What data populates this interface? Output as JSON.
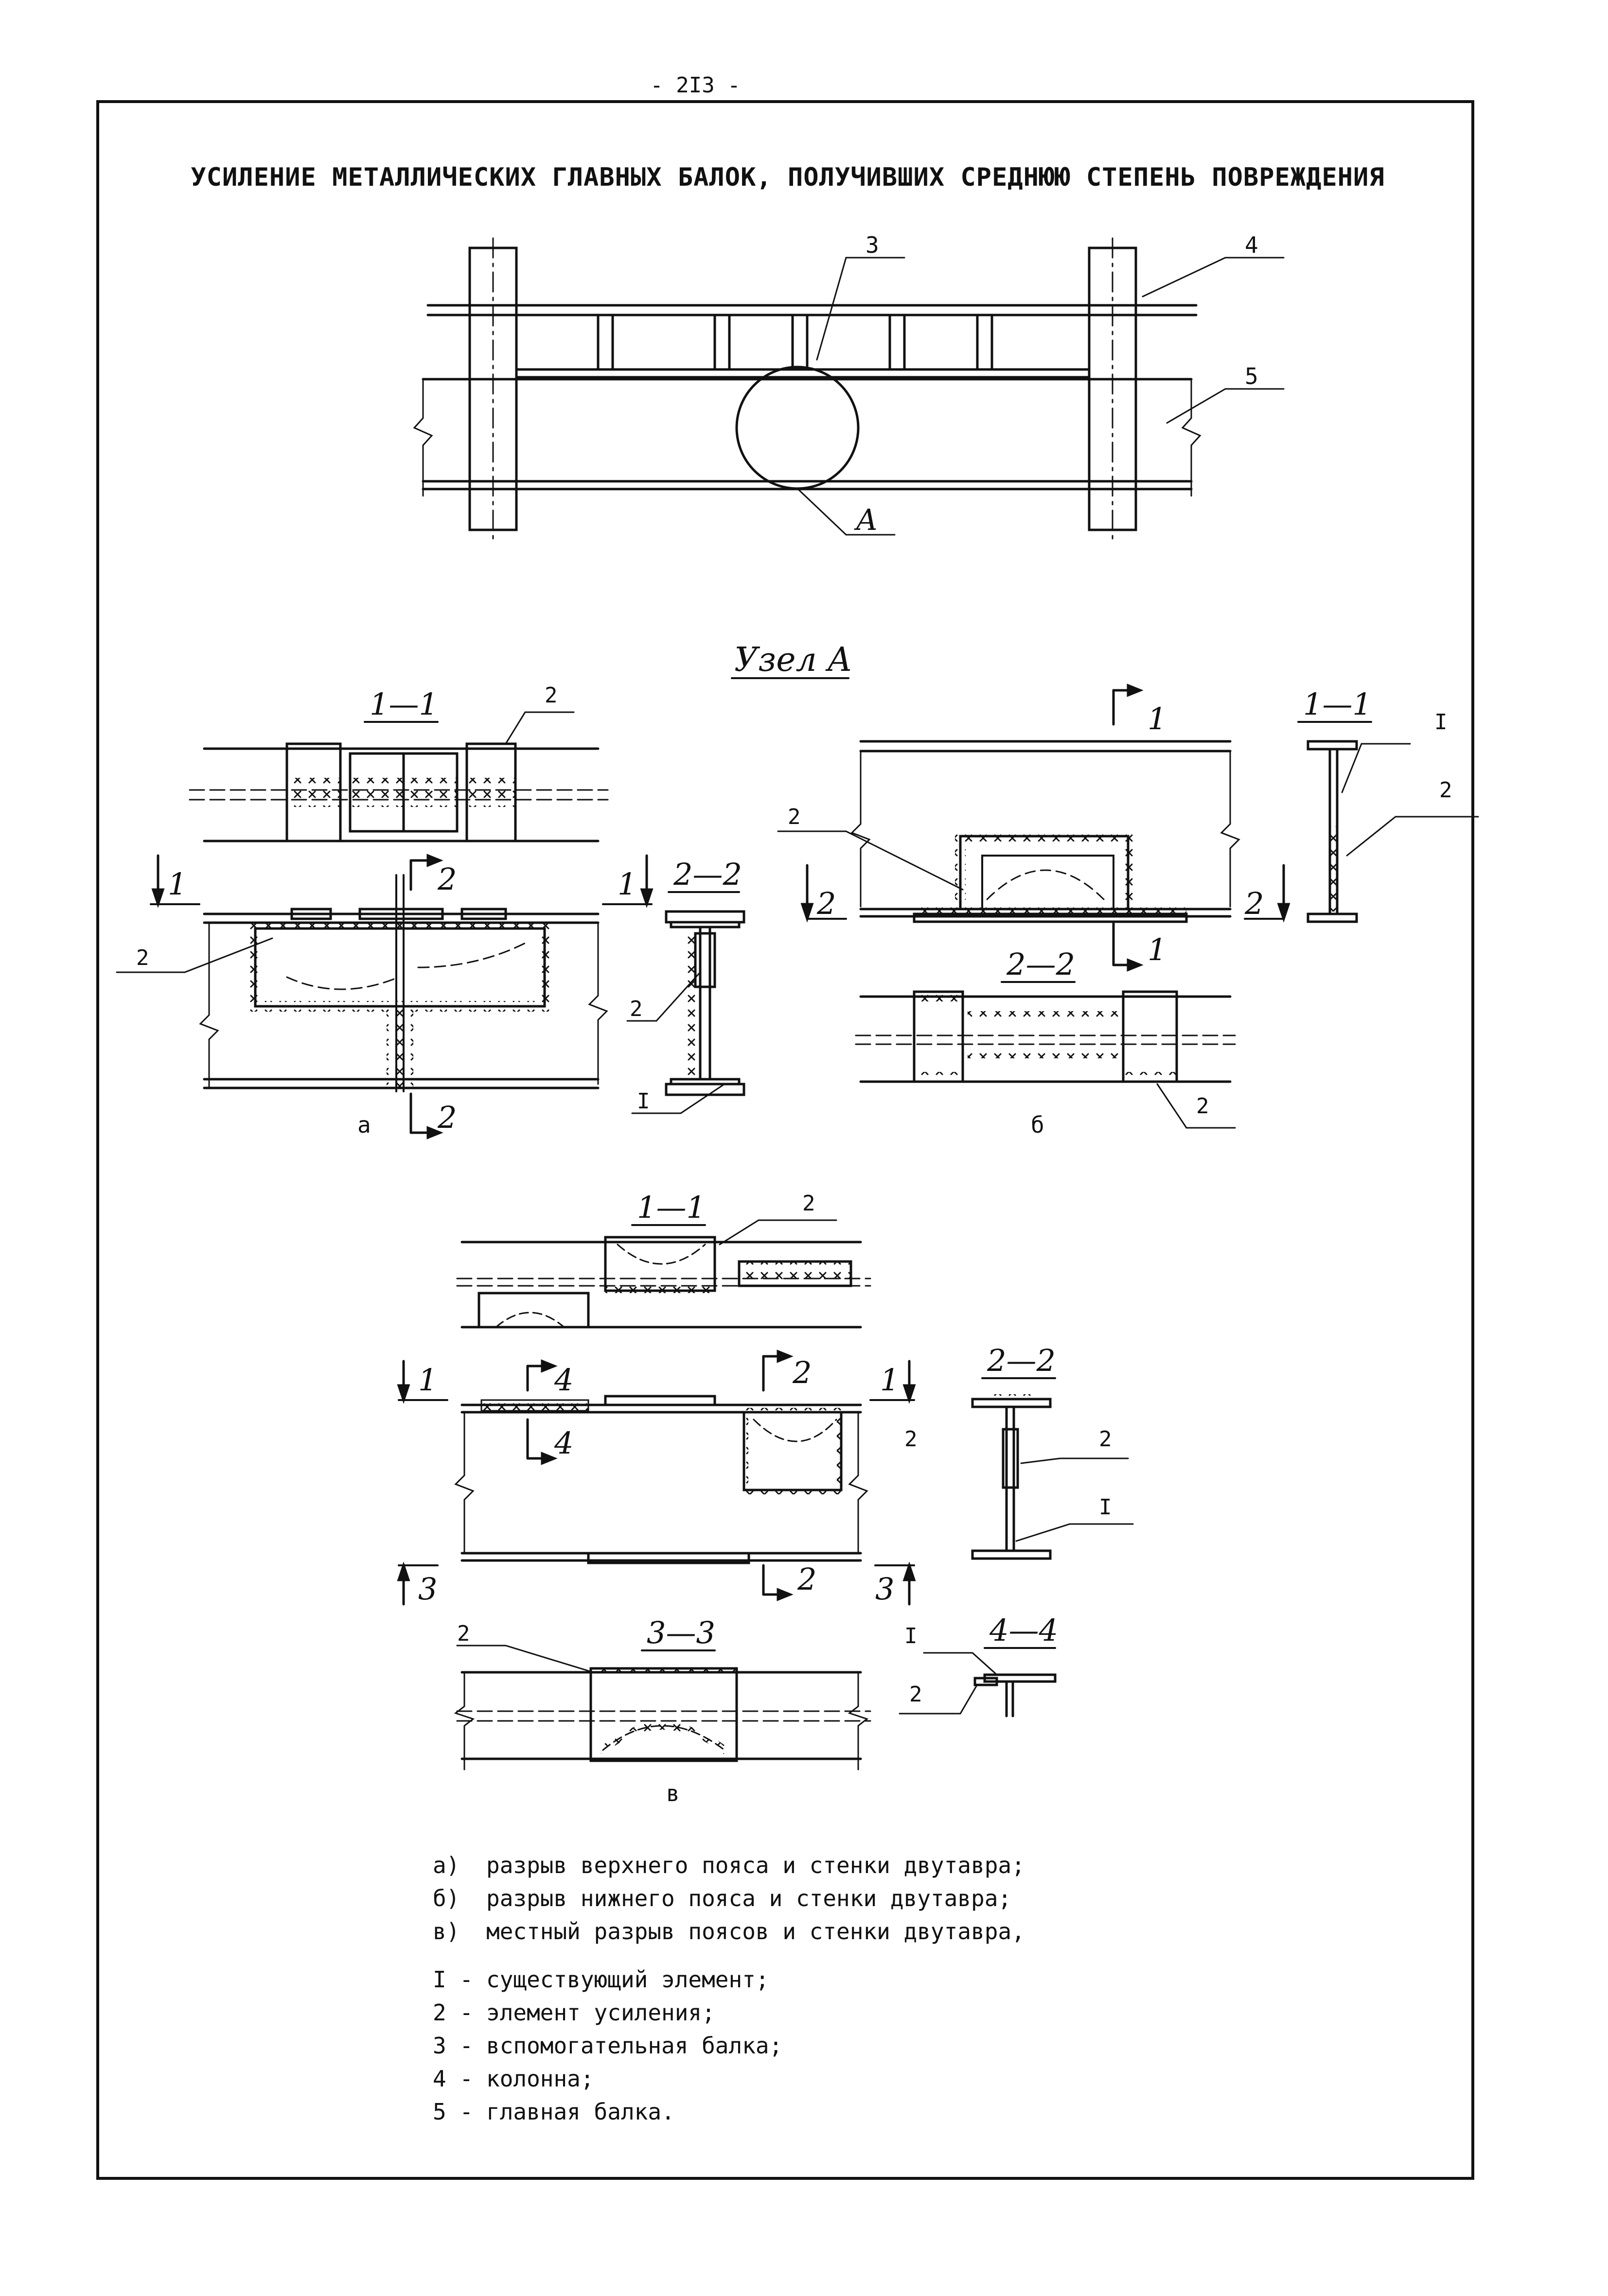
{
  "page": {
    "number": "- 2I3 -",
    "title": "УСИЛЕНИЕ МЕТАЛЛИЧЕСКИХ ГЛАВНЫХ БАЛОК, ПОЛУЧИВШИХ СРЕДНЮЮ СТЕПЕНЬ ПОВРЕЖДЕНИЯ"
  },
  "plan": {
    "label_aux_beam": "3",
    "label_column": "4",
    "label_main_beam": "5",
    "node_label": "А"
  },
  "node": {
    "title": "Узел А"
  },
  "variant_a": {
    "label": "а",
    "section_11": "1—1",
    "section_22": "2—2",
    "mark_1": "1",
    "mark_2": "2",
    "num_2": "2",
    "num_I": "I"
  },
  "variant_b": {
    "label": "б",
    "section_11": "1—1",
    "section_22": "2—2",
    "mark_1": "1",
    "mark_2": "2",
    "num_2": "2",
    "num_I": "I"
  },
  "variant_v": {
    "label": "в",
    "section_11": "1—1",
    "section_22": "2—2",
    "section_33": "3—3",
    "section_44": "4—4",
    "mark_1": "1",
    "mark_2": "2",
    "mark_3": "3",
    "mark_4": "4",
    "num_2": "2",
    "num_I": "I"
  },
  "captions": [
    {
      "key": "а)",
      "text": "разрыв верхнего пояса и стенки двутавра;"
    },
    {
      "key": "б)",
      "text": "разрыв нижнего пояса и стенки двутавра;"
    },
    {
      "key": "в)",
      "text": "местный разрыв поясов и стенки двутавра,"
    }
  ],
  "legend": [
    {
      "key": "I -",
      "text": "существующий элемент;"
    },
    {
      "key": "2 -",
      "text": "элемент усиления;"
    },
    {
      "key": "3 -",
      "text": "вспомогательная балка;"
    },
    {
      "key": "4 -",
      "text": "колонна;"
    },
    {
      "key": "5 -",
      "text": "главная балка."
    }
  ]
}
